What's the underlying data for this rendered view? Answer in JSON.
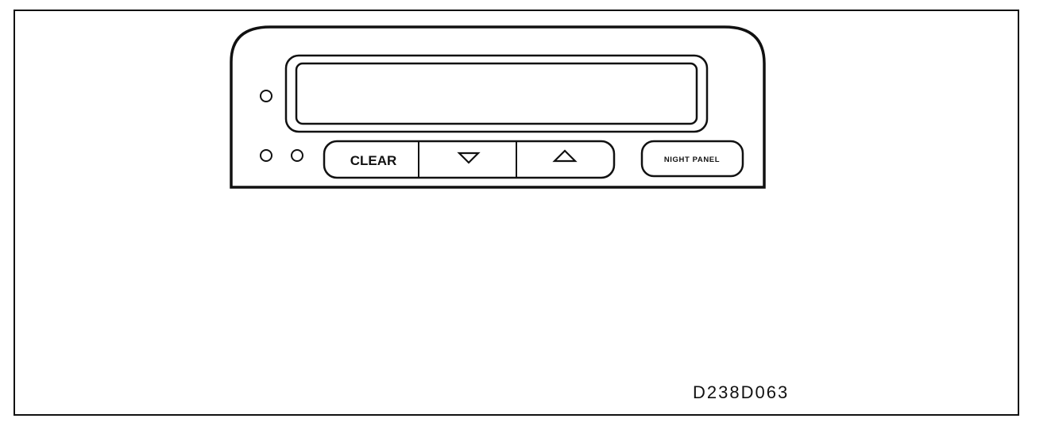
{
  "panel": {
    "clear_label": "CLEAR",
    "down_icon": "triangle-down-icon",
    "up_icon": "triangle-up-icon",
    "night_panel_label": "NIGHT PANEL"
  },
  "figure_id": "D238D063",
  "colors": {
    "line": "#111111",
    "background": "#ffffff"
  }
}
